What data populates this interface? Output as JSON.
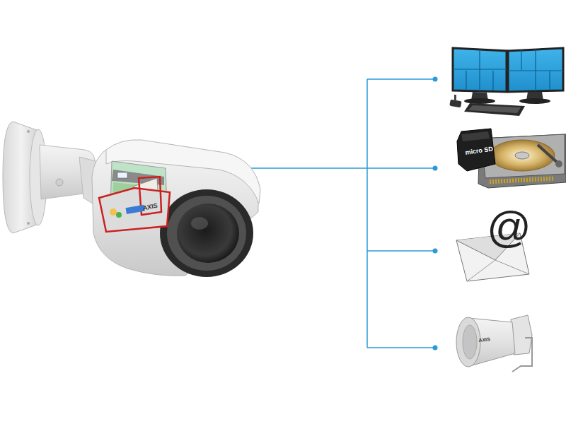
{
  "diagram": {
    "labels": [
      "AXIS",
      "micro SD",
      "@",
      "AXIS"
    ]
  }
}
